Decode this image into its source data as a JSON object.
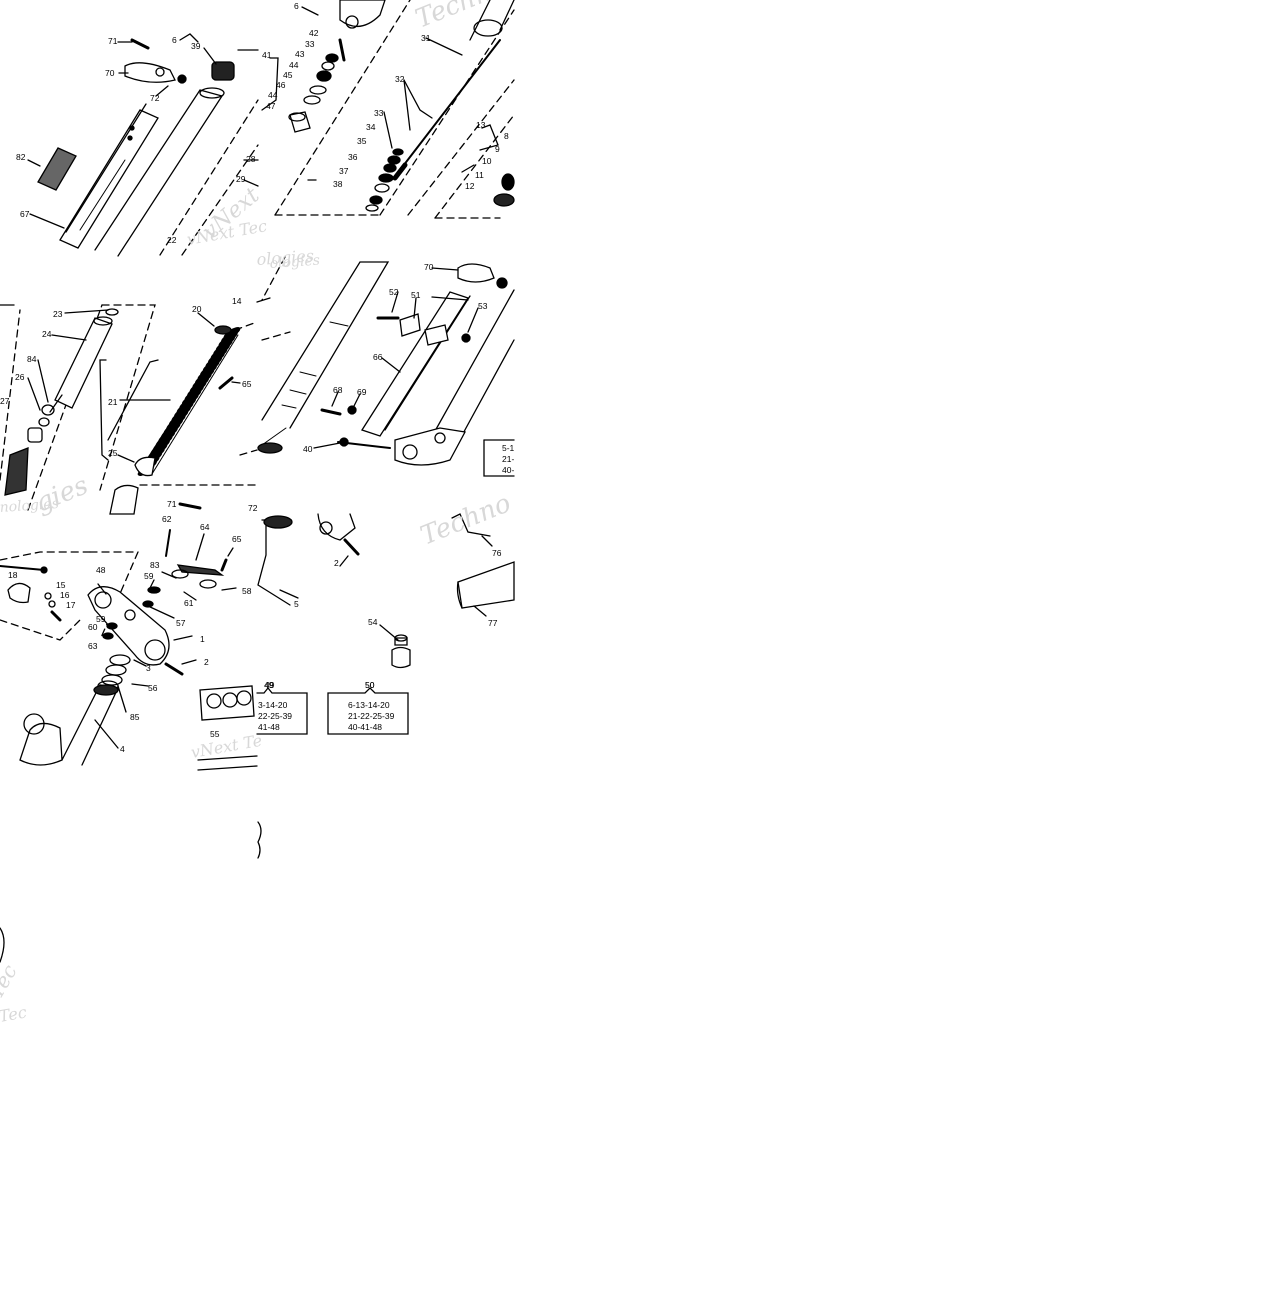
{
  "diagram": {
    "watermark_fragments": [
      "Techno",
      "vNext Tec",
      "ologies",
      "vNext",
      "Techno",
      "nologies",
      "gies",
      "ologies",
      "vNext Te",
      "Tec",
      "Tec"
    ],
    "callouts": [
      "1",
      "2",
      "3",
      "4",
      "5",
      "6",
      "8",
      "9",
      "10",
      "11",
      "12",
      "13",
      "14",
      "15",
      "16",
      "17",
      "18",
      "20",
      "21",
      "22",
      "23",
      "24",
      "25",
      "26",
      "27",
      "28",
      "29",
      "31",
      "32",
      "33",
      "34",
      "35",
      "36",
      "37",
      "38",
      "39",
      "40",
      "41",
      "42",
      "43",
      "44",
      "45",
      "46",
      "47",
      "48",
      "49",
      "50",
      "51",
      "52",
      "53",
      "54",
      "55",
      "56",
      "57",
      "58",
      "59",
      "60",
      "61",
      "62",
      "63",
      "64",
      "65",
      "66",
      "67",
      "68",
      "69",
      "70",
      "71",
      "72",
      "76",
      "77",
      "82",
      "83",
      "84",
      "85"
    ],
    "kit_labels": {
      "kit_49": {
        "title": "49",
        "line1": "3-14-20",
        "line2": "22-25-39",
        "line3": "41-48"
      },
      "kit_50": {
        "title": "50",
        "line1": "6-13-14-20",
        "line2": "21-22-25-39",
        "line3": "40-41-48"
      },
      "kit_partial": {
        "line1": "5-1",
        "line2": "21-",
        "line3": "40-"
      }
    }
  }
}
